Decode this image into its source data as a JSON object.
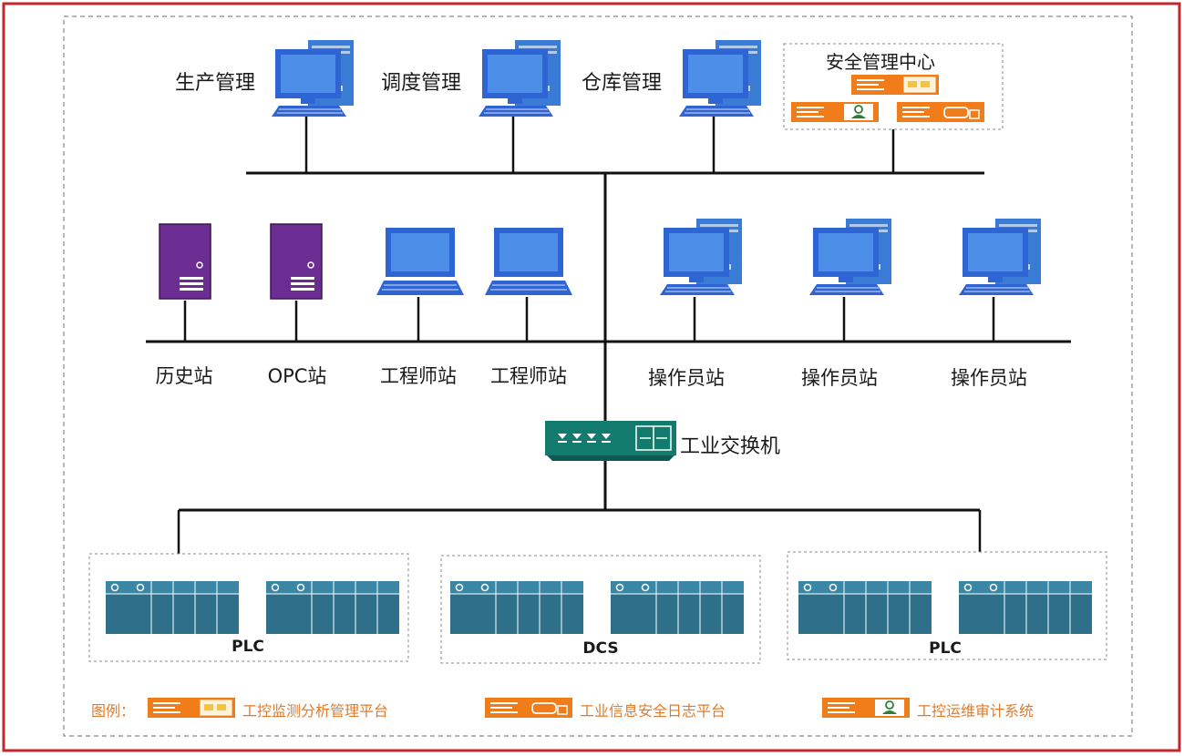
{
  "management": {
    "nodes": [
      {
        "label": "生产管理"
      },
      {
        "label": "调度管理"
      },
      {
        "label": "仓库管理"
      }
    ],
    "security_center": {
      "label": "安全管理中心"
    }
  },
  "stations": [
    {
      "label": "历史站",
      "device": "server-tower"
    },
    {
      "label": "OPC站",
      "device": "server-tower"
    },
    {
      "label": "工程师站",
      "device": "laptop"
    },
    {
      "label": "工程师站",
      "device": "laptop"
    },
    {
      "label": "操作员站",
      "device": "desktop"
    },
    {
      "label": "操作员站",
      "device": "desktop"
    },
    {
      "label": "操作员站",
      "device": "desktop"
    }
  ],
  "switch": {
    "label": "工业交换机"
  },
  "controllers": [
    {
      "label": "PLC"
    },
    {
      "label": "DCS"
    },
    {
      "label": "PLC"
    }
  ],
  "legend": {
    "prefix": "图例：",
    "items": [
      {
        "label": "工控监测分析管理平台",
        "icon": "monitor-platform-icon"
      },
      {
        "label": "工业信息安全日志平台",
        "icon": "log-platform-icon"
      },
      {
        "label": "工控运维审计系统",
        "icon": "audit-system-icon"
      }
    ]
  },
  "colors": {
    "border": "#c1272d",
    "computer_blue": "#2e64d4",
    "server_purple": "#6b2d91",
    "device_teal": "#2e6f8a",
    "switch_teal": "#137a6e",
    "orange": "#f07d1a",
    "legend_text": "#e07b2c"
  }
}
